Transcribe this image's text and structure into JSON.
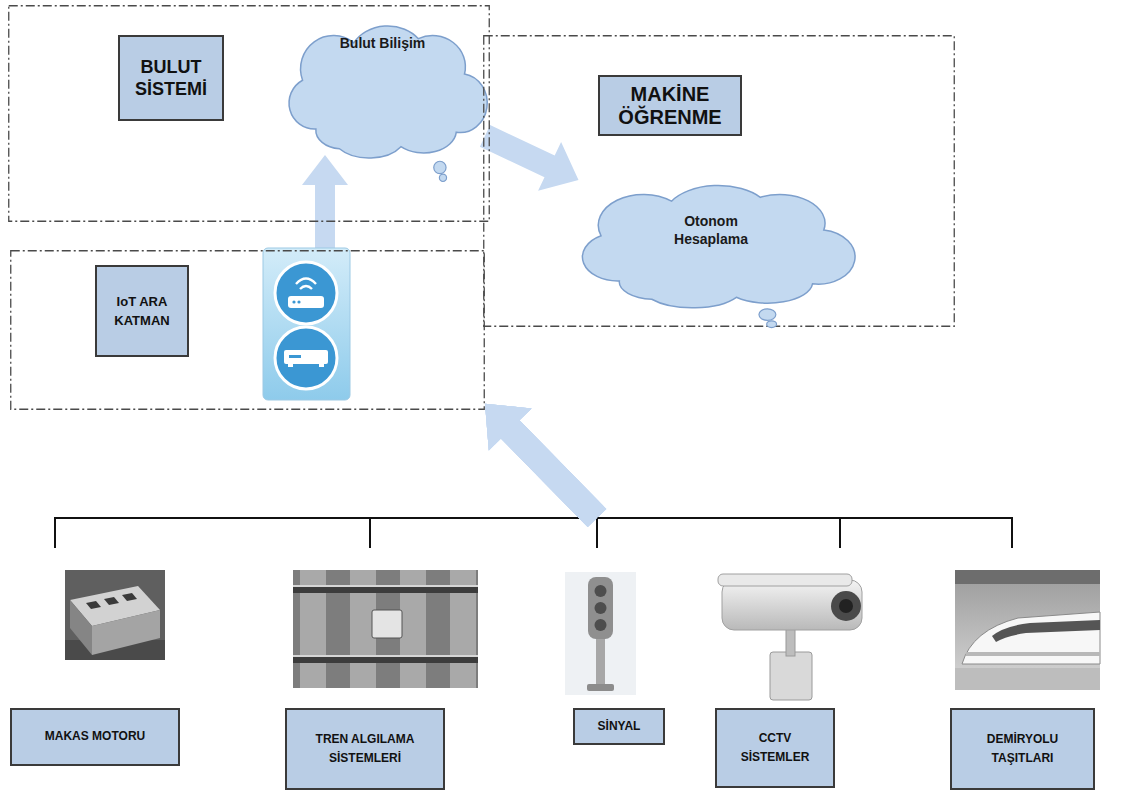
{
  "diagram": {
    "nodes": [
      {
        "text": [
          "BULUT SİSTEMİ"
        ]
      },
      {
        "text": [
          "Bulut Bilişim"
        ],
        "in": 0
      },
      {
        "text": [
          "MAKİNE ÖĞRENME"
        ]
      },
      {
        "text": [
          "Otonom Hesaplama"
        ],
        "in": 2
      },
      {
        "text": [
          "IoT ARA KATMAN"
        ]
      },
      {
        "text": [
          "MAKAS MOTORU"
        ]
      },
      {
        "text": [
          "TREN ALGILAMA SİSTEMLERİ"
        ]
      },
      {
        "text": [
          "SİNYAL"
        ]
      },
      {
        "text": [
          "CCTV SİSTEMLER"
        ]
      },
      {
        "text": [
          "DEMİRYOLU TAŞITLARI"
        ]
      }
    ],
    "edges": [
      {
        "from": 4,
        "to": 1,
        "arrow": "to"
      },
      {
        "from": 1,
        "to": 3,
        "arrow": "to"
      },
      {
        "from": 5,
        "to": 4,
        "arrow": "to"
      },
      {
        "from": 6,
        "to": 4,
        "arrow": "to"
      },
      {
        "from": 7,
        "to": 4,
        "arrow": "to"
      },
      {
        "from": 8,
        "to": 4,
        "arrow": "to"
      },
      {
        "from": 9,
        "to": 4,
        "arrow": "to"
      }
    ]
  }
}
